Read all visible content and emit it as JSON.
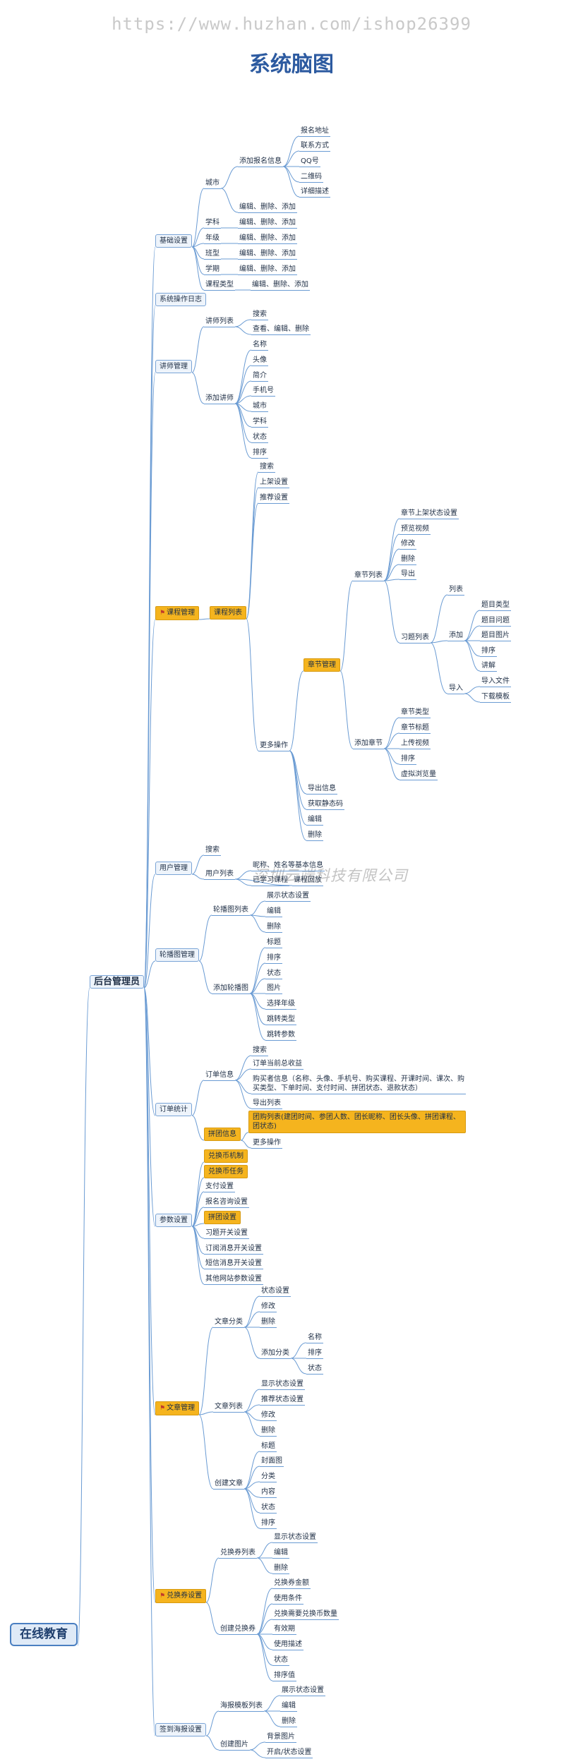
{
  "watermark": "https://www.huzhan.com/ishop26399",
  "title": "系统脑图",
  "watermark2": "深圳云端科技有限公司",
  "colors": {
    "link": "#6a9bd3",
    "highlight": "#f5b41e",
    "title": "#2c5aa0"
  },
  "tree": {
    "root": "在线教育",
    "admin": "后台管理员",
    "basic": {
      "label": "基础设置",
      "city": "城市",
      "add_signup": "添加报名信息",
      "signup_items": [
        "报名地址",
        "联系方式",
        "QQ号",
        "二维码",
        "详细描述"
      ],
      "edit_ops": "编辑、删除、添加",
      "subject": "学科",
      "grade": "年级",
      "class_type": "班型",
      "term": "学期",
      "course_type": "课程类型"
    },
    "syslog": "系统操作日志",
    "teacher": {
      "label": "讲师管理",
      "list": "讲师列表",
      "search": "搜索",
      "view_ops": "查看、编辑、删除",
      "add": "添加讲师",
      "add_items": [
        "名称",
        "头像",
        "简介",
        "手机号",
        "城市",
        "学科",
        "状态",
        "排序"
      ]
    },
    "course": {
      "label": "课程管理",
      "list": "课程列表",
      "search": "搜索",
      "shelf": "上架设置",
      "recommend": "推荐设置",
      "more": "更多操作",
      "chapter_mgmt": "章节管理",
      "chapter_list": "章节列表",
      "chapter_list_items": [
        "章节上架状态设置",
        "预览视频",
        "修改",
        "删除",
        "导出"
      ],
      "exercise_list": "习题列表",
      "list_label": "列表",
      "add_label": "添加",
      "add_items": [
        "题目类型",
        "题目问题",
        "题目图片",
        "排序",
        "讲解"
      ],
      "import_label": "导入",
      "import_items": [
        "导入文件",
        "下载模板"
      ],
      "add_chapter": "添加章节",
      "add_chapter_items": [
        "章节类型",
        "章节标题",
        "上传视频",
        "排序",
        "虚拟浏览量"
      ],
      "more_items": [
        "导出信息",
        "获取静态码",
        "编辑",
        "删除"
      ]
    },
    "user": {
      "label": "用户管理",
      "search": "搜索",
      "list": "用户列表",
      "items": [
        "昵称、姓名等基本信息",
        "已学习课程",
        "课程回放"
      ]
    },
    "carousel": {
      "label": "轮播图管理",
      "list": "轮播图列表",
      "list_items": [
        "展示状态设置",
        "编辑",
        "删除"
      ],
      "add": "添加轮播图",
      "add_items": [
        "标题",
        "排序",
        "状态",
        "图片",
        "选择年级",
        "跳转类型",
        "跳转参数"
      ]
    },
    "order": {
      "label": "订单统计",
      "info": "订单信息",
      "search": "搜索",
      "income": "订单当前总收益",
      "buyer": "购买者信息（名称、头像、手机号、购买课程、开课时间、课次、购买类型、下单时间、支付时间、拼团状态、退款状态）",
      "export": "导出列表",
      "group_info": "拼团信息",
      "group_list": "团购列表(建团时间、参团人数、团长昵称、团长头像、拼团课程、团状态)",
      "more": "更多操作"
    },
    "params": {
      "label": "参数设置",
      "items": [
        "兑换币机制",
        "兑换币任务",
        "支付设置",
        "报名咨询设置",
        "拼团设置",
        "习题开关设置",
        "订阅消息开关设置",
        "短信消息开关设置",
        "其他网站参数设置"
      ]
    },
    "article": {
      "label": "文章管理",
      "category": "文章分类",
      "category_items": [
        "状态设置",
        "修改",
        "删除"
      ],
      "add_category": "添加分类",
      "add_category_items": [
        "名称",
        "排序",
        "状态"
      ],
      "list": "文章列表",
      "list_items": [
        "显示状态设置",
        "推荐状态设置",
        "修改",
        "删除"
      ],
      "create": "创建文章",
      "create_items": [
        "标题",
        "封面图",
        "分类",
        "内容",
        "状态",
        "排序"
      ]
    },
    "coupon": {
      "label": "兑换券设置",
      "list": "兑换券列表",
      "list_items": [
        "显示状态设置",
        "编辑",
        "删除"
      ],
      "create": "创建兑换券",
      "create_items": [
        "兑换券金额",
        "使用条件",
        "兑换需要兑换币数量",
        "有效期",
        "使用描述",
        "状态",
        "排序值"
      ]
    },
    "poster": {
      "label": "签到海报设置",
      "list": "海报模板列表",
      "list_items": [
        "展示状态设置",
        "编辑",
        "删除"
      ],
      "create": "创建图片",
      "create_items": [
        "背景图片",
        "开启/状态设置"
      ]
    }
  }
}
